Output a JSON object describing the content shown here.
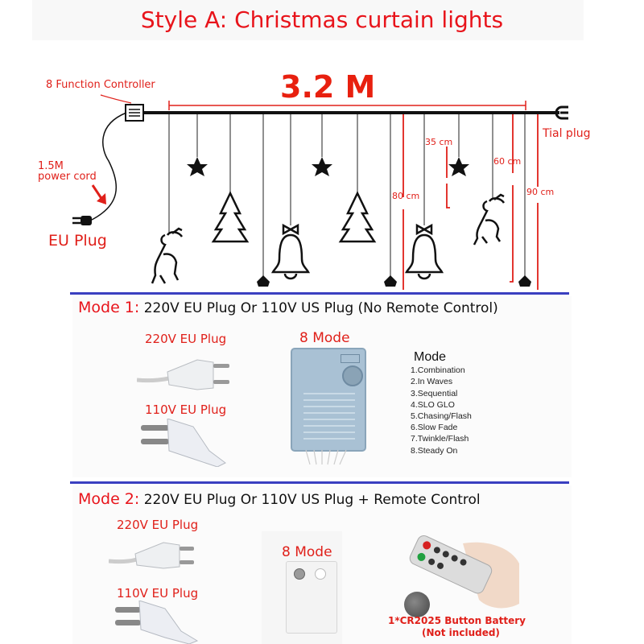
{
  "header": {
    "title": "Style A:  Christmas curtain lights"
  },
  "diagram": {
    "total_length": "3.2 M",
    "controller_label": "8 Function Controller",
    "power_cord_label_line1": "1.5M",
    "power_cord_label_line2": "power cord",
    "eu_plug_label": "EU Plug",
    "tail_plug_label": "Tial plug",
    "drop_lengths": [
      "35 cm",
      "60 cm",
      "80 cm",
      "90 cm"
    ],
    "ornaments": [
      "reindeer",
      "star",
      "tree",
      "star-tip",
      "bell",
      "star",
      "tree",
      "star-tip",
      "bell",
      "star",
      "reindeer",
      "star-tip"
    ],
    "colors": {
      "accent": "#e8141b",
      "divider": "#3a3fc0",
      "wire": "#111111"
    }
  },
  "mode1": {
    "label": "Mode 1:",
    "description": "220V EU Plug Or 110V US Plug   (No Remote Control)",
    "plug_220_label": "220V EU Plug",
    "plug_110_label": "110V EU Plug",
    "controller_label": "8 Mode",
    "modes_title": "Mode",
    "modes": [
      "1.Combination",
      "2.In Waves",
      "3.Sequential",
      "4.SLO GLO",
      "5.Chasing/Flash",
      "6.Slow Fade",
      "7.Twinkle/Flash",
      "8.Steady On"
    ]
  },
  "mode2": {
    "label": "Mode 2:",
    "description": "220V EU Plug Or 110V US Plug + Remote Control",
    "plug_220_label": "220V EU Plug",
    "plug_110_label": "110V EU Plug",
    "controller_label": "8 Mode",
    "battery_line1": "1*CR2025 Button Battery",
    "battery_line2": "(Not included)"
  }
}
